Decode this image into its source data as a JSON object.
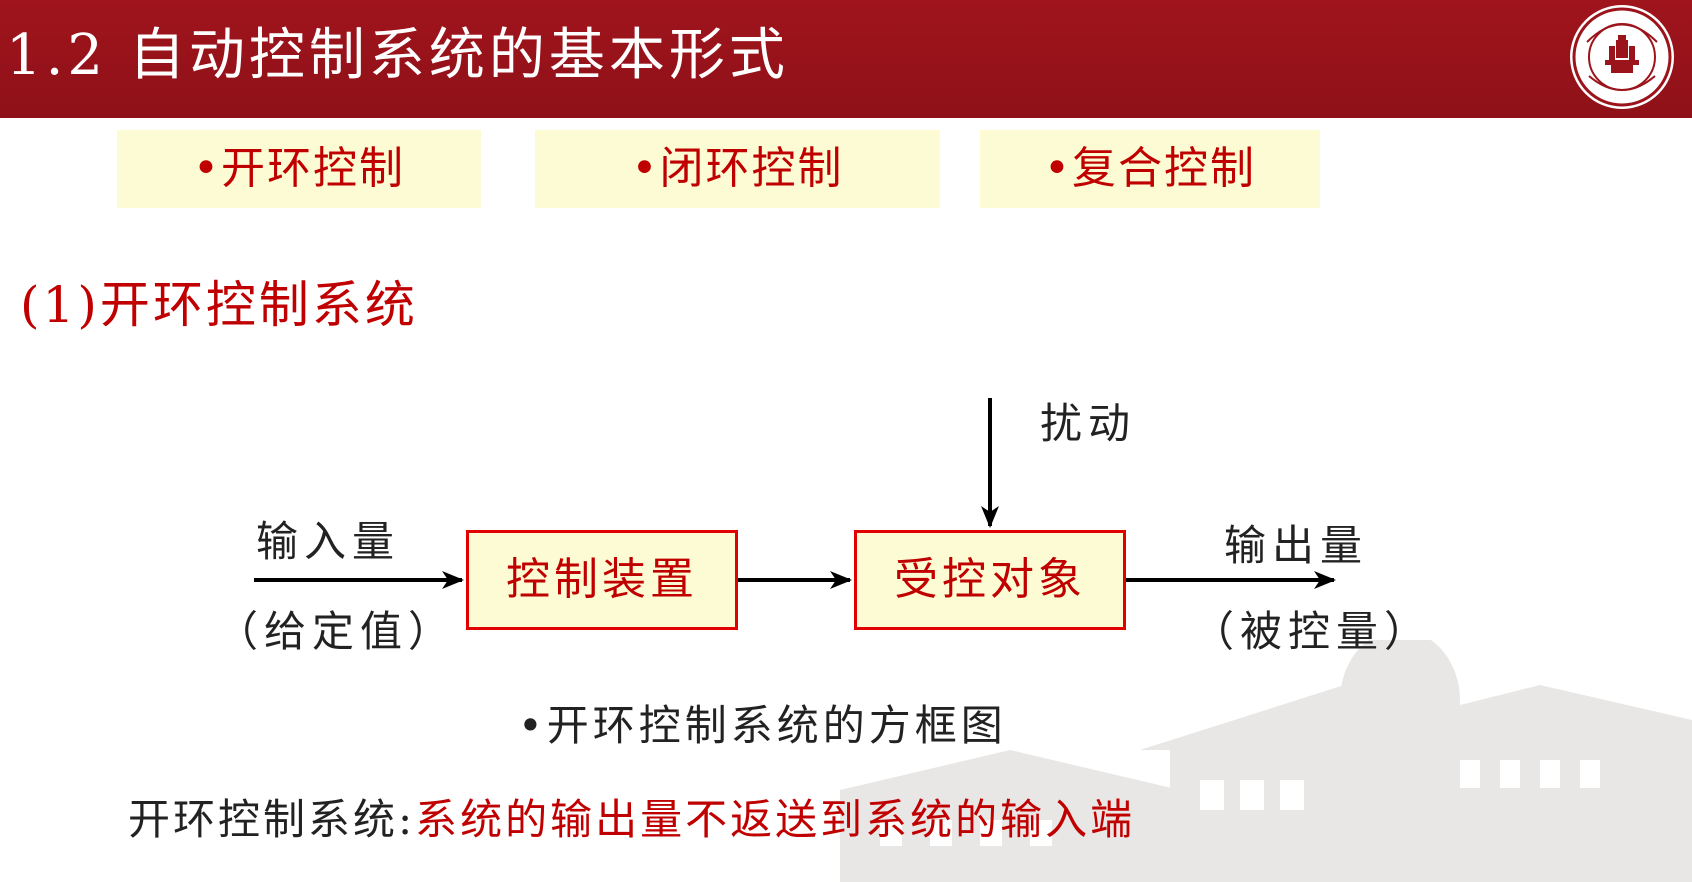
{
  "header": {
    "title": "1.2 自动控制系统的基本形式"
  },
  "tabs": [
    {
      "label": "•开环控制"
    },
    {
      "label": "•闭环控制"
    },
    {
      "label": "•复合控制"
    }
  ],
  "section": {
    "heading": "(1)开环控制系统"
  },
  "diagram": {
    "disturbance": "扰动",
    "input_label": "输入量",
    "input_sublabel": "（给定值）",
    "controller": "控制装置",
    "plant": "受控对象",
    "output_label": "输出量",
    "output_sublabel": "（被控量）",
    "caption": "•开环控制系统的方框图"
  },
  "definition": {
    "term": "开环控制系统:",
    "body": "系统的输出量不返送到系统的输入端"
  },
  "colors": {
    "header_bg": "#9b141b",
    "highlight_bg": "#fdfbd3",
    "accent_red": "#c00000",
    "block_border": "#e00000"
  }
}
